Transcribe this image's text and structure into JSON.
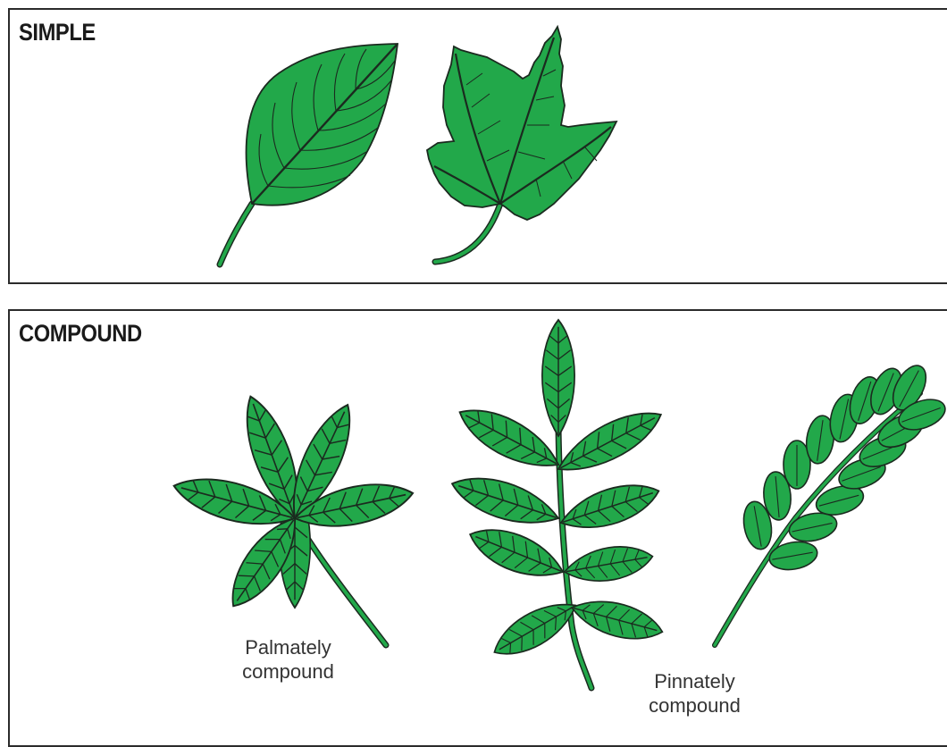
{
  "simple": {
    "title": "SIMPLE"
  },
  "compound": {
    "title": "COMPOUND"
  },
  "captions": {
    "palmately": [
      "Palmately",
      "compound"
    ],
    "pinnately": [
      "Pinnately",
      "compound"
    ]
  },
  "colors": {
    "leaf": "#22a84a",
    "outline": "#1b2a1f",
    "border": "#2b2b2b"
  }
}
